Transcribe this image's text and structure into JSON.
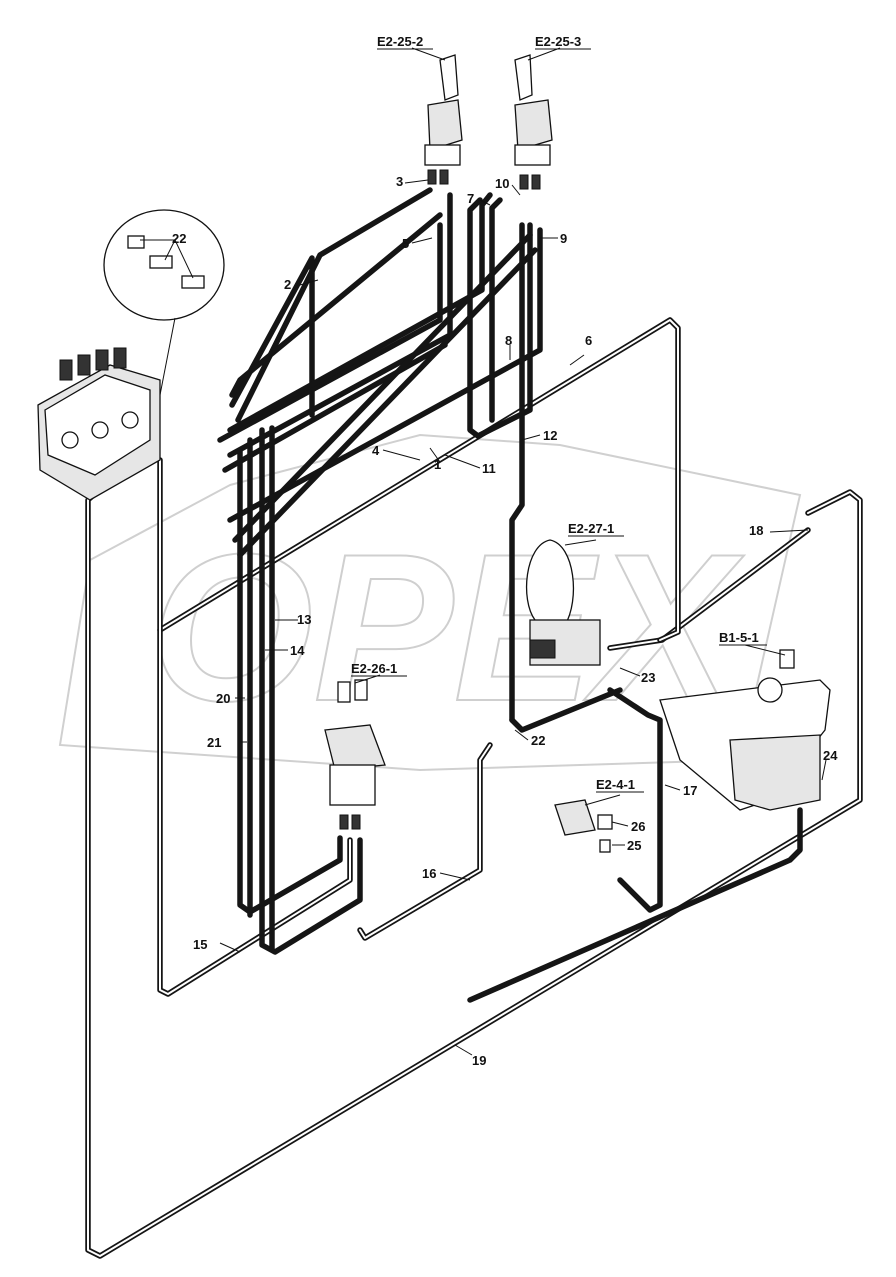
{
  "watermark": "OPEX",
  "components": [
    {
      "id": "E2-25-2"
    },
    {
      "id": "E2-25-3"
    },
    {
      "id": "E2-27-1"
    },
    {
      "id": "E2-26-1"
    },
    {
      "id": "E2-4-1"
    },
    {
      "id": "B1-5-1"
    }
  ],
  "callouts": [
    "1",
    "2",
    "3",
    "4",
    "5",
    "6",
    "7",
    "8",
    "9",
    "10",
    "11",
    "12",
    "13",
    "14",
    "15",
    "16",
    "17",
    "18",
    "19",
    "20",
    "21",
    "22",
    "22",
    "23",
    "24",
    "25",
    "26"
  ]
}
